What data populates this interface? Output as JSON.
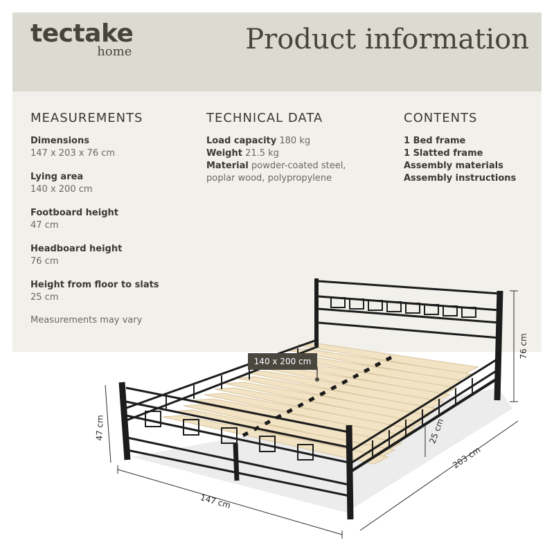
{
  "brand": {
    "name": "tectake",
    "sub": "home"
  },
  "title": "Product information",
  "measurements": {
    "heading": "MEASUREMENTS",
    "items": [
      {
        "label": "Dimensions",
        "value": "147 x 203 x 76 cm"
      },
      {
        "label": "Lying area",
        "value": "140 x 200 cm"
      },
      {
        "label": "Footboard height",
        "value": "47 cm"
      },
      {
        "label": "Headboard height",
        "value": "76 cm"
      },
      {
        "label": "Height from floor to slats",
        "value": "25 cm"
      }
    ],
    "note": "Measurements may vary"
  },
  "technical": {
    "heading": "TECHNICAL DATA",
    "load_label": "Load capacity",
    "load_value": "180 kg",
    "weight_label": "Weight",
    "weight_value": "21.5 kg",
    "material_label": "Material",
    "material_value": "powder-coated steel,",
    "material_value_2": "poplar wood, polypropylene"
  },
  "contents": {
    "heading": "CONTENTS",
    "items": [
      "1 Bed frame",
      "1 Slatted frame",
      "Assembly materials",
      "Assembly instructions"
    ]
  },
  "diagram": {
    "lying_area": "140 x 200 cm",
    "width": "147 cm",
    "length": "203 cm",
    "footboard": "47 cm",
    "headboard": "76 cm",
    "slat_height": "25 cm"
  },
  "colors": {
    "header_bg": "#dcdbd1",
    "panel_bg": "#f1f0ea",
    "text": "#3a3833",
    "tag_bg": "#4a473f",
    "frame": "#1c1c1c",
    "slat": "#f1e3c4"
  }
}
